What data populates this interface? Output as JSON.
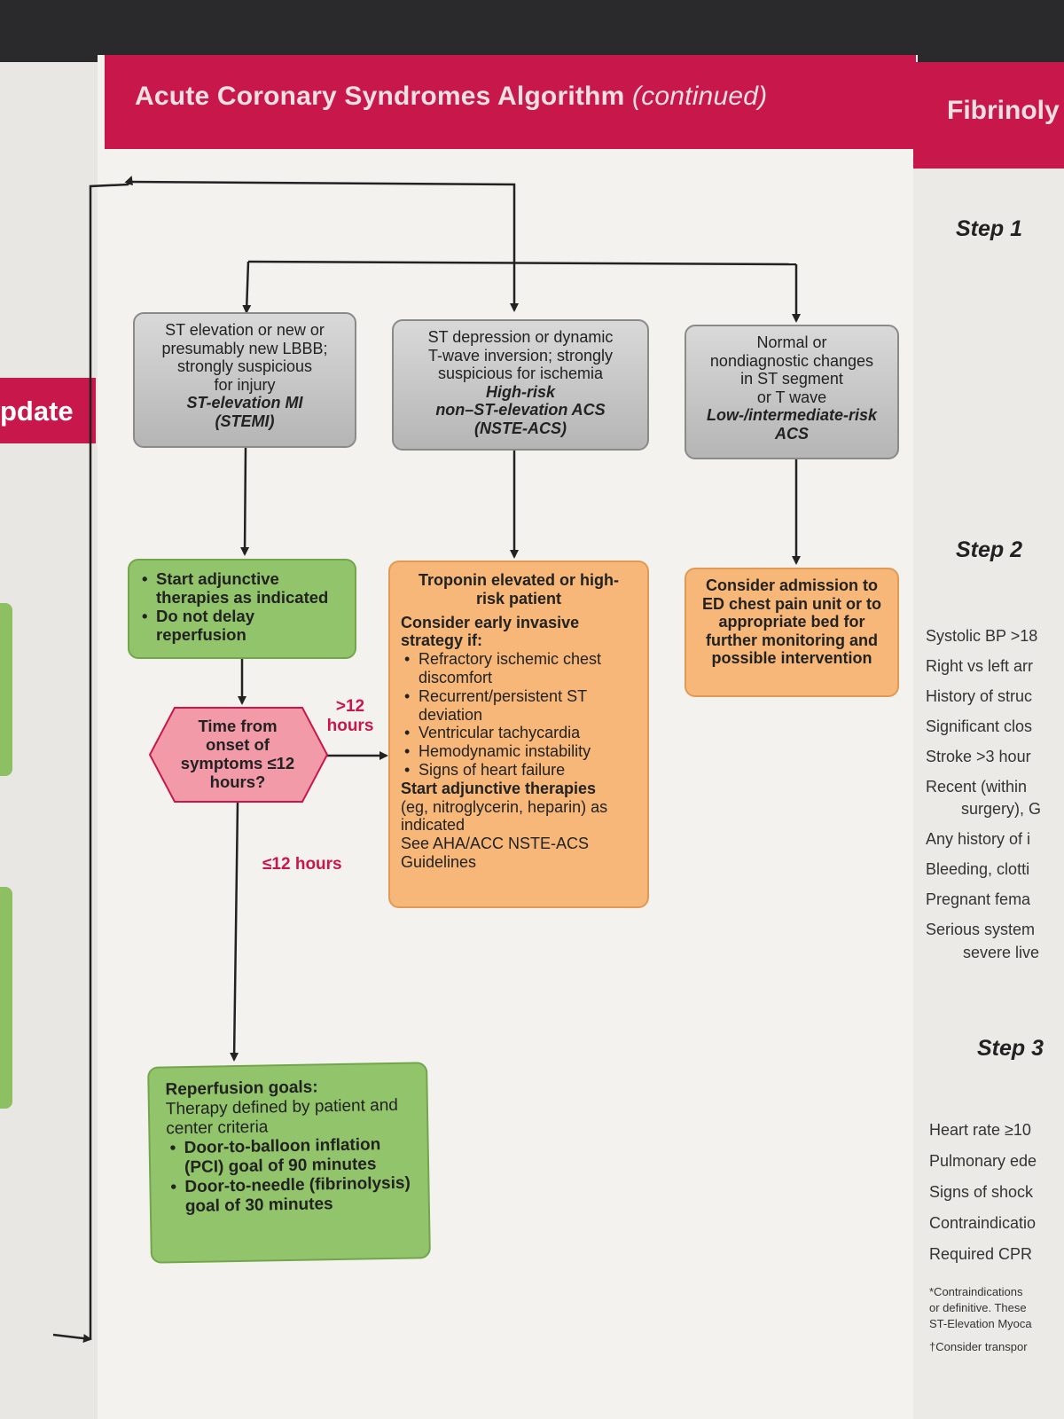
{
  "header": {
    "title_main": "Acute Coronary Syndromes Algorithm",
    "title_suffix": "(continued)",
    "right_title": "Fibrinoly"
  },
  "left_tab": {
    "label": "pdate"
  },
  "stemi_box": {
    "lines": [
      "ST elevation or new or",
      "presumably new LBBB;",
      "strongly suspicious",
      "for injury"
    ],
    "title": "ST-elevation MI",
    "abbr": "(STEMI)"
  },
  "nste_box": {
    "lines": [
      "ST depression or dynamic",
      "T-wave inversion; strongly",
      "suspicious for ischemia"
    ],
    "risk": "High-risk",
    "title": "non–ST-elevation ACS",
    "abbr": "(NSTE-ACS)"
  },
  "low_box": {
    "lines": [
      "Normal or",
      "nondiagnostic changes",
      "in ST segment",
      "or T wave"
    ],
    "risk": "Low-/intermediate-risk",
    "title": "ACS"
  },
  "adjunctive_box": {
    "items": [
      "Start adjunctive therapies as indicated",
      "Do not delay reperfusion"
    ]
  },
  "decision": {
    "text": "Time from onset of symptoms ≤12 hours?",
    "gt_label": ">12 hours",
    "le_label": "≤12 hours"
  },
  "troponin_box": {
    "heading": "Troponin elevated or high-risk patient",
    "strategy": "Consider early invasive strategy if:",
    "items": [
      "Refractory ischemic chest discomfort",
      "Recurrent/persistent ST deviation",
      "Ventricular tachycardia",
      "Hemodynamic instability",
      "Signs of heart failure"
    ],
    "adjunct_heading": "Start adjunctive therapies",
    "adjunct_text": "(eg, nitroglycerin, heparin) as indicated",
    "see_text": "See AHA/ACC NSTE-ACS Guidelines"
  },
  "admission_box": {
    "text": "Consider admission to ED chest pain unit or to appropriate bed for further monitoring and possible intervention"
  },
  "reperfusion_box": {
    "heading": "Reperfusion goals:",
    "text": "Therapy defined by patient and center criteria",
    "items": [
      "Door-to-balloon inflation (PCI) goal of 90 minutes",
      "Door-to-needle (fibrinolysis) goal of 30 minutes"
    ]
  },
  "right_panel": {
    "steps": [
      "Step 1",
      "Step 2",
      "Step 3"
    ],
    "step2_lines": [
      "Systolic BP >18",
      "Right vs left arr",
      "History of struc",
      "Significant clos",
      "Stroke >3 hour",
      "Recent (within",
      "surgery), G",
      "Any history of i",
      "Bleeding, clotti",
      "Pregnant fema",
      "Serious system",
      "severe live"
    ],
    "step3_lines": [
      "Heart rate ≥10",
      "Pulmonary ede",
      "Signs of shock",
      "Contraindicatio",
      "Required CPR"
    ],
    "footnotes": [
      "*Contraindications",
      "or definitive. These",
      "ST-Elevation Myoca",
      "†Consider transpor"
    ]
  },
  "colors": {
    "brand": "#c8174a",
    "gray_box": "#c8c8c8",
    "green_box": "#92c46b",
    "orange_box": "#f6b779",
    "decision": "#f29aa8"
  }
}
